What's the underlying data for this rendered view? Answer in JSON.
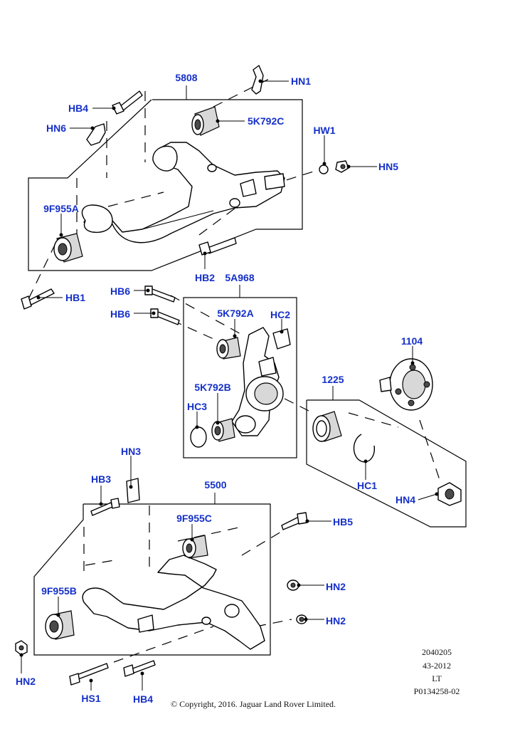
{
  "callouts": {
    "c5808": "5808",
    "hn1": "HN1",
    "hb4_top": "HB4",
    "k792c": "5K792C",
    "hn6": "HN6",
    "hw1": "HW1",
    "hn5": "HN5",
    "f955a": "9F955A",
    "hb2": "HB2",
    "hb1": "HB1",
    "a968": "5A968",
    "hb6_a": "HB6",
    "hb6_b": "HB6",
    "k792a": "5K792A",
    "hc2": "HC2",
    "c1104": "1104",
    "c1225": "1225",
    "k792b": "5K792B",
    "hc3": "HC3",
    "hn3": "HN3",
    "hc1": "HC1",
    "hb3": "HB3",
    "c5500": "5500",
    "hn4": "HN4",
    "f955c": "9F955C",
    "hb5": "HB5",
    "hn2_a": "HN2",
    "f955b": "9F955B",
    "hn2_b": "HN2",
    "hn2_c": "HN2",
    "hs1": "HS1",
    "hb4_bottom": "HB4"
  },
  "footer": {
    "code1": "2040205",
    "code2": "43-2012",
    "code3": "LT",
    "code4": "P0134258-02",
    "copyright": "© Copyright, 2016. Jaguar Land Rover Limited."
  },
  "colors": {
    "callout": "#1530c8",
    "line": "#000000",
    "background": "#ffffff"
  }
}
